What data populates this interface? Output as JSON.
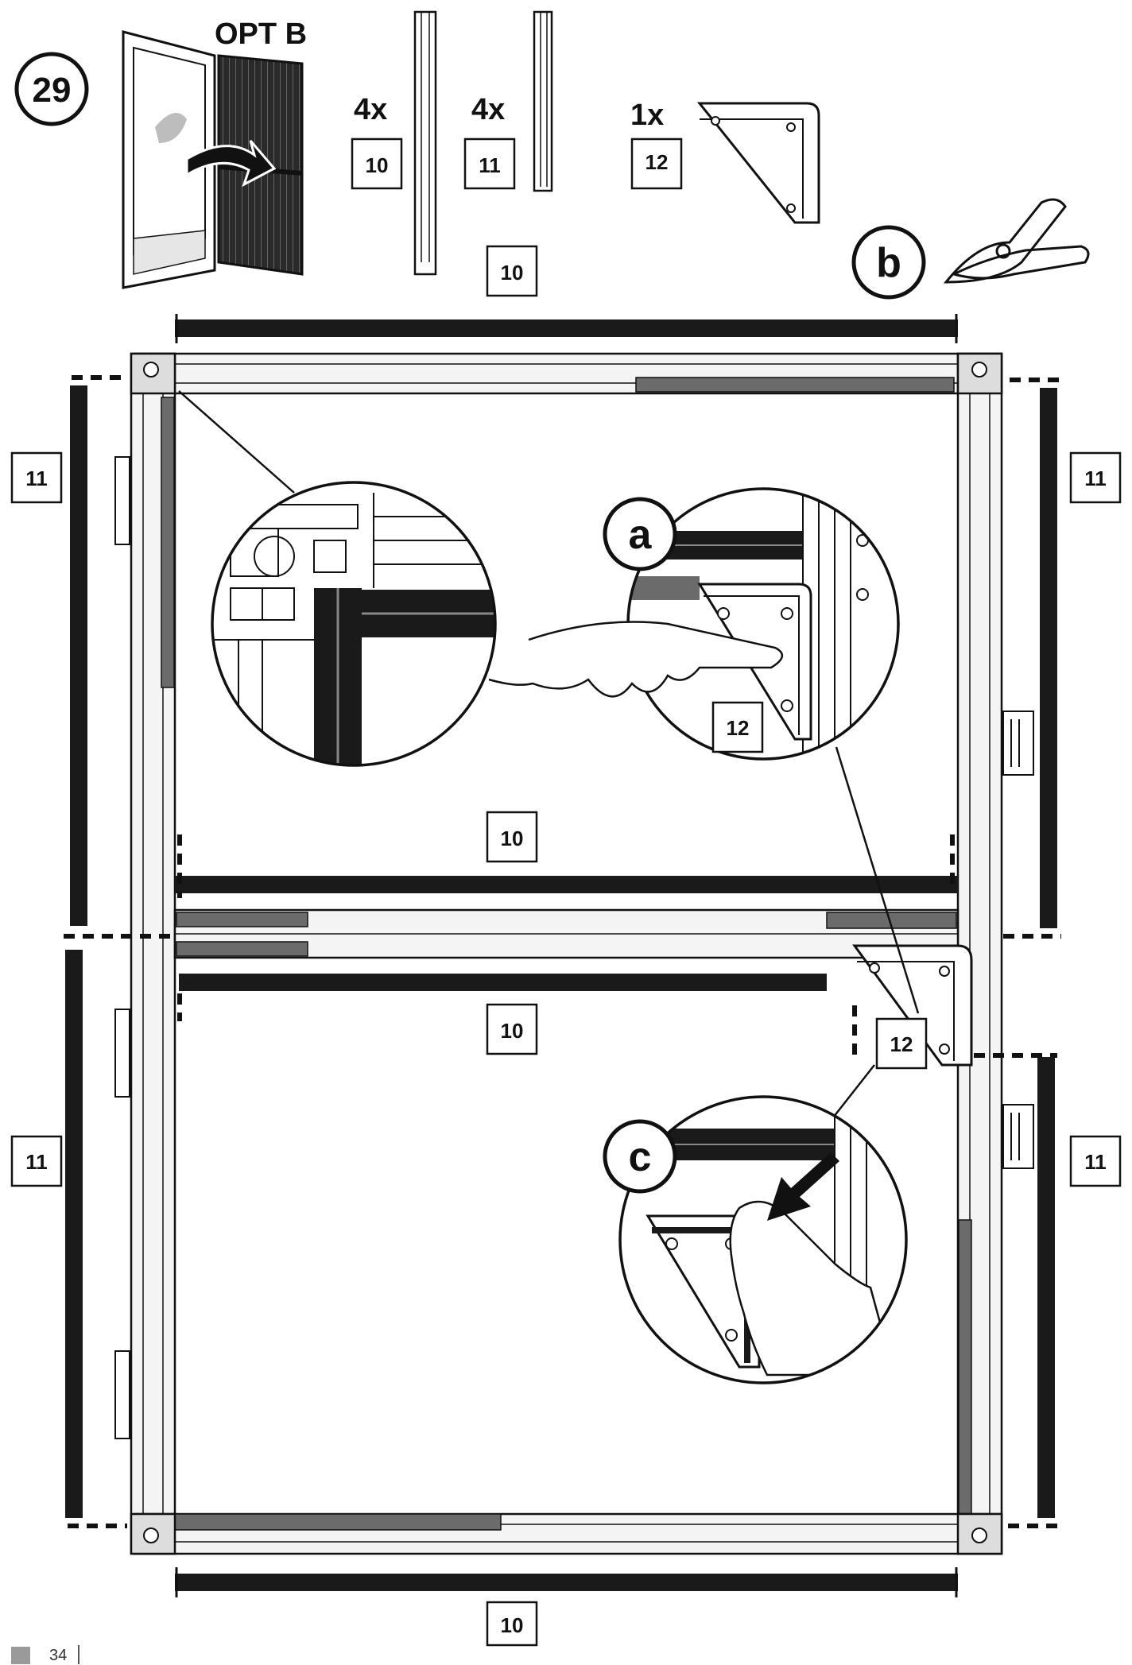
{
  "step": {
    "number": "29",
    "option": "OPT B"
  },
  "parts": [
    {
      "qty": "4x",
      "id": "10"
    },
    {
      "qty": "4x",
      "id": "11"
    },
    {
      "qty": "1x",
      "id": "12"
    }
  ],
  "callouts": {
    "a": "a",
    "b": "b",
    "c": "c"
  },
  "labels": {
    "rail_top": "10",
    "rail_upper_mid": "10",
    "rail_lower_mid": "10",
    "rail_bottom": "10",
    "rail_top_header": "10",
    "side_left_upper": "11",
    "side_left_lower": "11",
    "side_right_upper": "11",
    "side_right_lower": "11",
    "bracket_detail": "12",
    "bracket_frame": "12"
  },
  "footer": {
    "page_number": "34"
  },
  "colors": {
    "ink": "#111111",
    "grey": "#6b6b6b",
    "light": "#f2f2f2"
  }
}
